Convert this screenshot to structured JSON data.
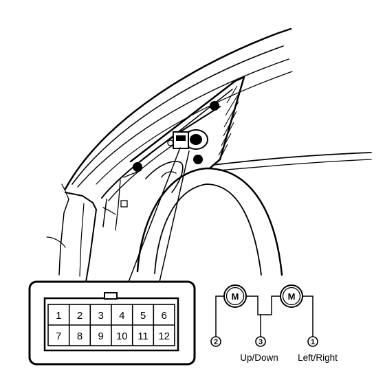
{
  "connector": {
    "pins_row1": [
      "1",
      "2",
      "3",
      "4",
      "5",
      "6"
    ],
    "pins_row2": [
      "7",
      "8",
      "9",
      "10",
      "11",
      "12"
    ]
  },
  "schematic": {
    "motor_label": "M",
    "terminals": [
      "2",
      "3",
      "1"
    ],
    "captions": {
      "up_down": "Up/Down",
      "left_right": "Left/Right"
    }
  }
}
